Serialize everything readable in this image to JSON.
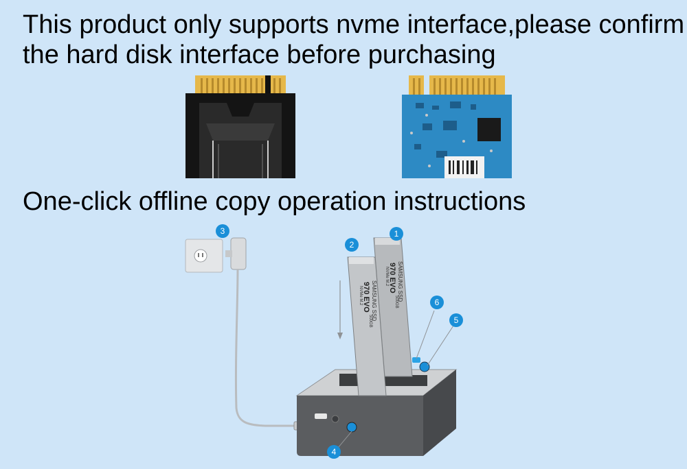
{
  "notice": {
    "text": "This product only supports nvme interface,please confirm the hard disk interface before purchasing"
  },
  "instructions": {
    "title": "One-click offline copy operation instructions"
  },
  "ssd_label": {
    "brand": "SAMSUNG SSD",
    "model": "970 EVO",
    "sub": "NVMe M.2",
    "capacity": "500GB"
  },
  "callouts": [
    "1",
    "2",
    "3",
    "4",
    "5",
    "6"
  ],
  "colors": {
    "background": "#cfe5f8",
    "callout": "#1a8fd8",
    "dock": "#5b5d60",
    "pcb_blue": "#2d8ac4",
    "gold": "#e6b84a"
  }
}
